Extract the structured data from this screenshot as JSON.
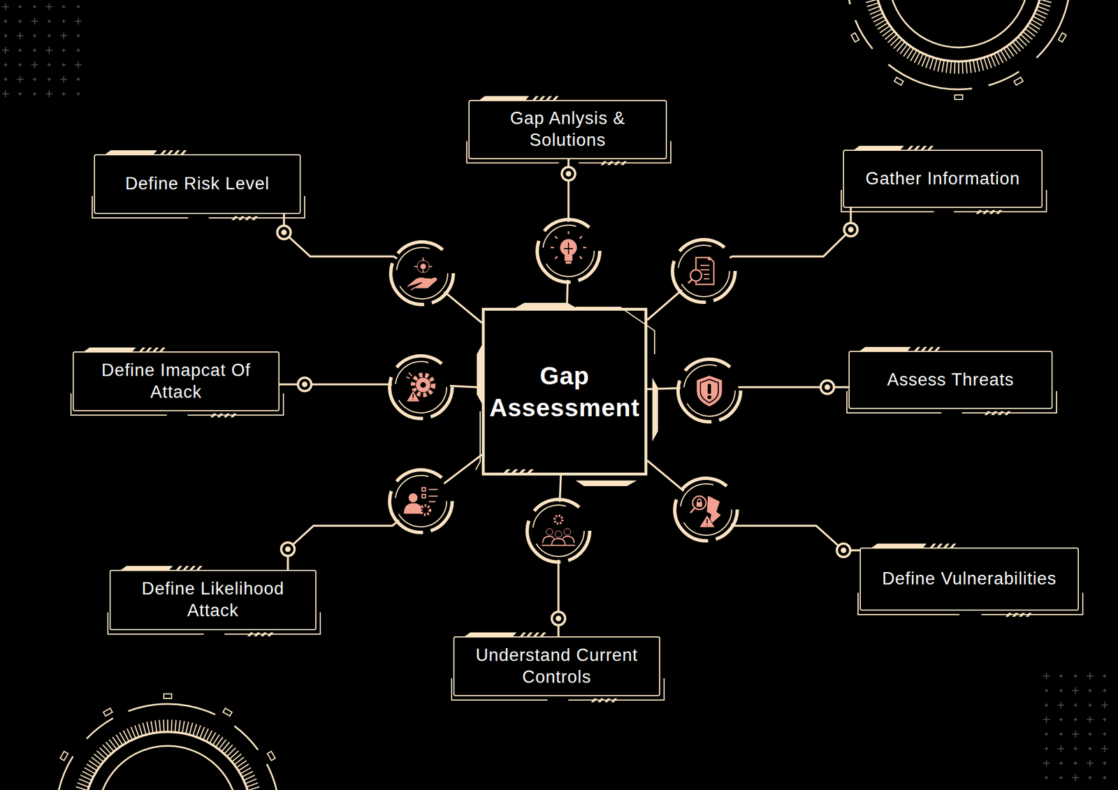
{
  "diagram": {
    "nodes": [
      {
        "text": [
          "Gap Anlysis & Solutions"
        ]
      },
      {
        "text": [
          "Define Risk Level"
        ]
      },
      {
        "text": [
          "Gather Information"
        ]
      },
      {
        "text": [
          "Define Imapcat Of Attack"
        ]
      },
      {
        "text": [
          "Gap Assessment"
        ]
      },
      {
        "text": [
          "Assess Threats"
        ]
      },
      {
        "text": [
          "Define Likelihood Attack"
        ]
      },
      {
        "text": [
          "Define Vulnerabilities"
        ]
      },
      {
        "text": [
          "Understand Current Controls"
        ]
      }
    ],
    "edges": [
      {
        "from": 4,
        "to": 0,
        "arrow": "none"
      },
      {
        "from": 4,
        "to": 1,
        "arrow": "none"
      },
      {
        "from": 4,
        "to": 2,
        "arrow": "none"
      },
      {
        "from": 4,
        "to": 3,
        "arrow": "none"
      },
      {
        "from": 4,
        "to": 5,
        "arrow": "none"
      },
      {
        "from": 4,
        "to": 6,
        "arrow": "none"
      },
      {
        "from": 4,
        "to": 7,
        "arrow": "none"
      },
      {
        "from": 4,
        "to": 8,
        "arrow": "none"
      }
    ]
  }
}
